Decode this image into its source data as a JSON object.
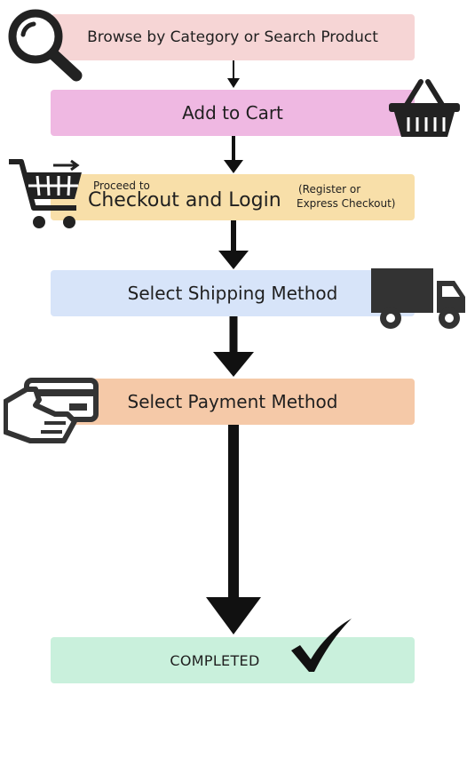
{
  "steps": {
    "browse": "Browse by Category or Search Product",
    "cart": "Add to Cart",
    "checkout_small": "Proceed to",
    "checkout_main": "Checkout and Login",
    "checkout_note_1": "(Register or",
    "checkout_note_2": "Express Checkout)",
    "shipping": "Select Shipping Method",
    "payment": "Select Payment Method",
    "completed": "COMPLETED"
  },
  "colors": {
    "browse": "#f6d5d5",
    "cart": "#efb8e2",
    "checkout": "#f8dfa9",
    "shipping": "#d7e4f9",
    "payment": "#f5c9a8",
    "completed": "#c9f0dc",
    "ink": "#111111"
  },
  "icons": [
    "search-icon",
    "basket-icon",
    "shopping-cart-icon",
    "truck-icon",
    "credit-card-hand-icon",
    "checkmark-icon"
  ]
}
